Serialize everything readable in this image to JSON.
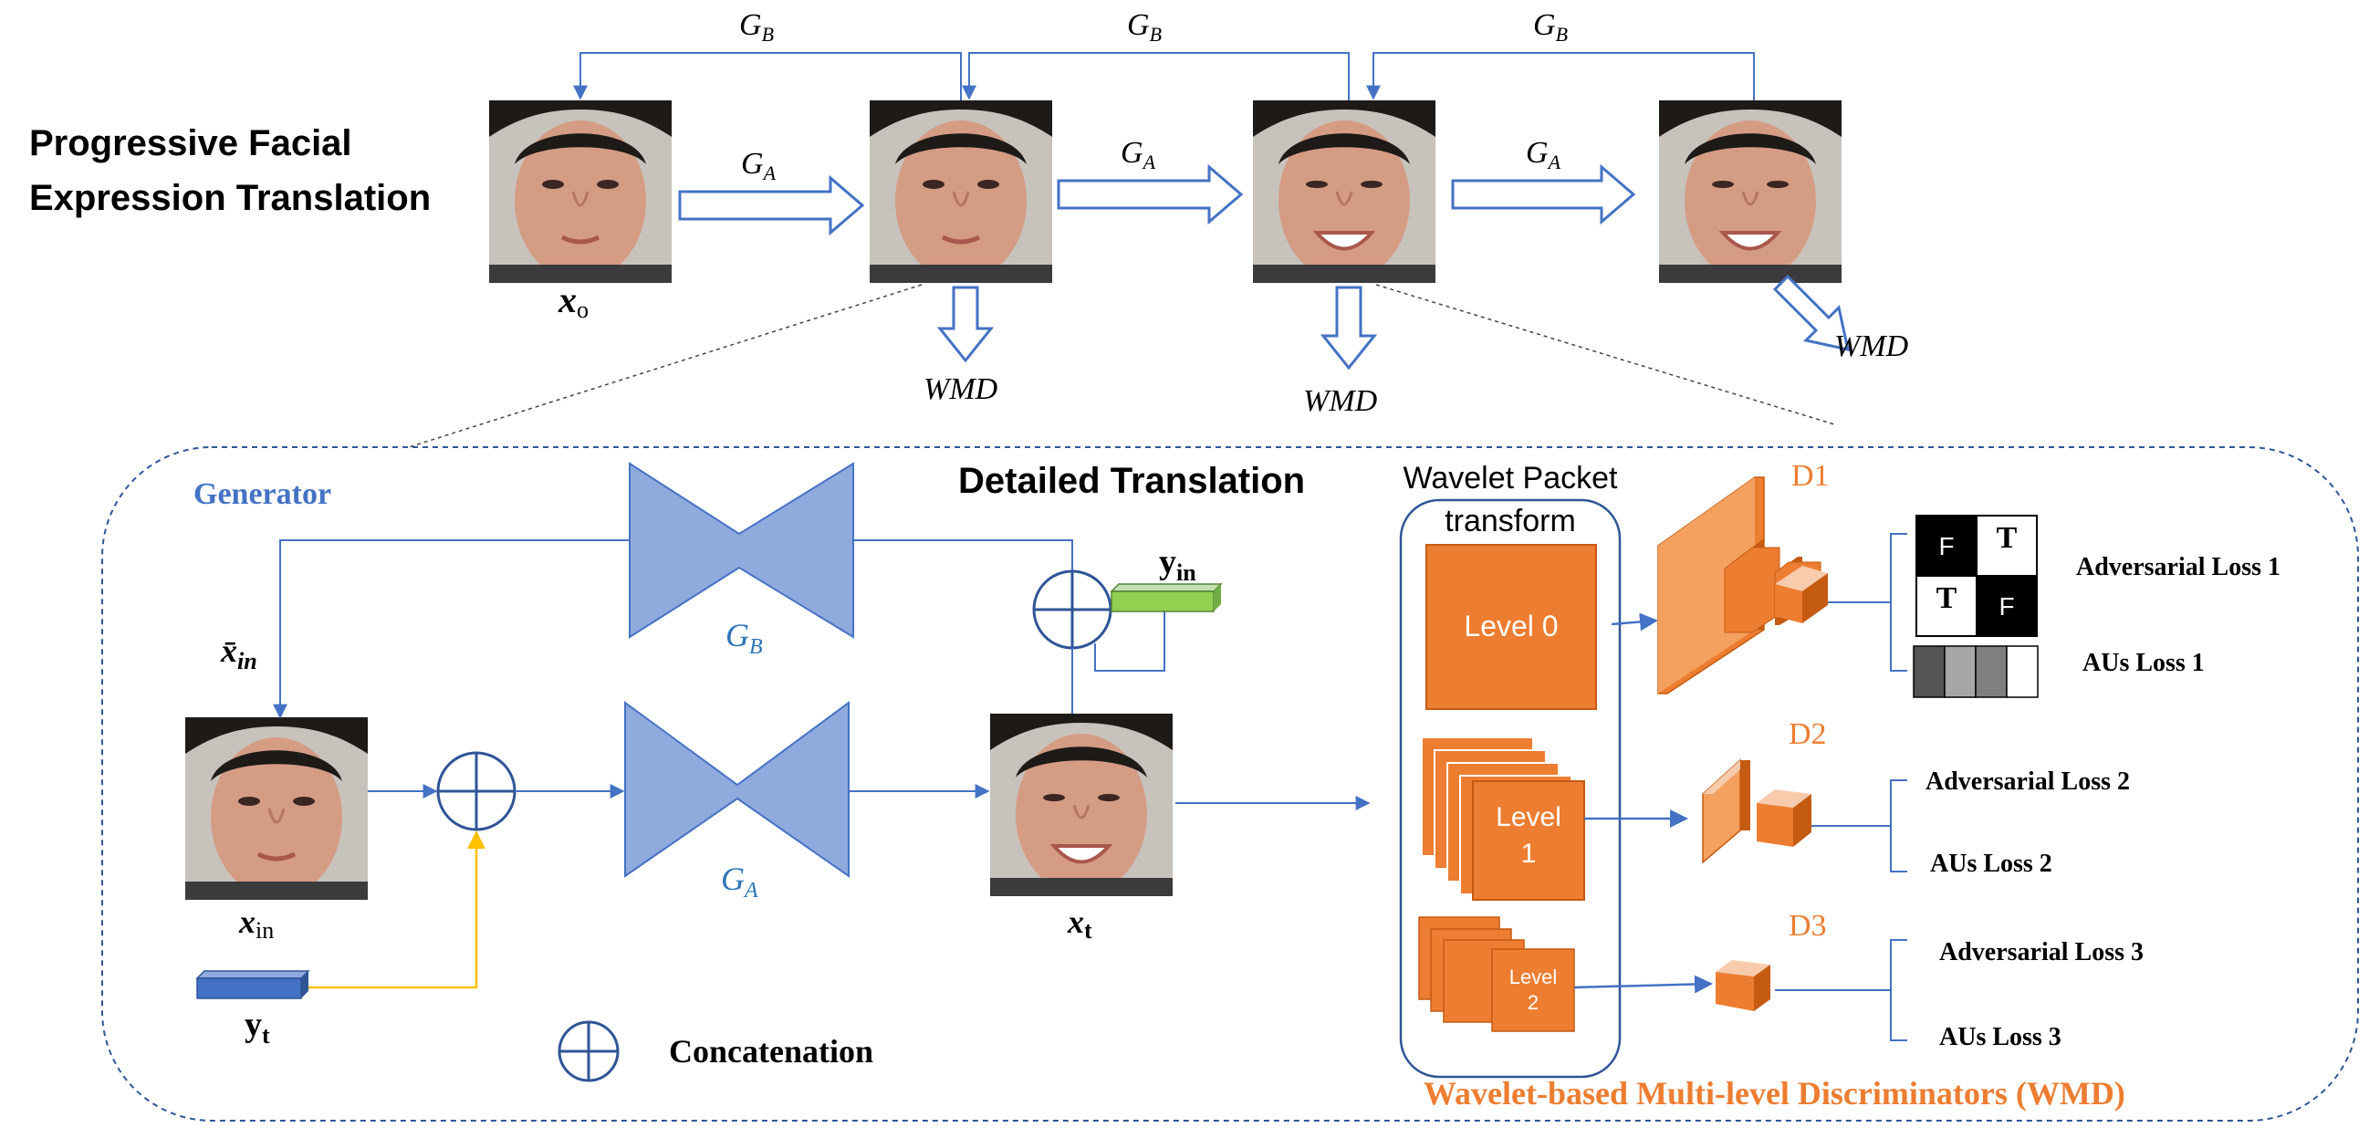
{
  "title": {
    "line1": "Progressive Facial",
    "line2": "Expression Translation"
  },
  "top_row": {
    "gb_label": "G",
    "gb_sub": "B",
    "ga_label": "G",
    "ga_sub": "A",
    "x0_label": "x",
    "x0_sub": "o",
    "wmd_label": "WMD"
  },
  "detail": {
    "heading": "Detailed Translation",
    "generator_label": "Generator",
    "xbar_label": "x̄",
    "xbar_sub": "in",
    "xin_label": "x",
    "xin_sub": "in",
    "xt_label": "x",
    "xt_sub": "t",
    "yt_label": "y",
    "yt_sub": "t",
    "yin_label": "y",
    "yin_sub": "in",
    "gb_label": "G",
    "gb_sub": "B",
    "ga_label": "G",
    "ga_sub": "A",
    "concat_label": "Concatenation"
  },
  "wavelet": {
    "title_line1": "Wavelet Packet",
    "title_line2": "transform",
    "level0": "Level 0",
    "level1_line1": "Level",
    "level1_line2": "1",
    "level2_line1": "Level",
    "level2_line2": "2"
  },
  "discriminators": {
    "d1": "D1",
    "d2": "D2",
    "d3": "D3",
    "adv1": "Adversarial  Loss 1",
    "aus1": "AUs Loss 1",
    "adv2": "Adversarial  Loss 2",
    "aus2": "AUs Loss 2",
    "adv3": "Adversarial  Loss 3",
    "aus3": "AUs Loss  3",
    "grid_f": "F",
    "grid_t": "T",
    "wmd_caption": "Wavelet-based Multi-level Discriminators (WMD)"
  },
  "colors": {
    "arrow_blue": "#4472c4",
    "generator_fill": "#8faadc",
    "orange": "#ed7d31",
    "green": "#92d050",
    "yellow": "#ffc000",
    "caption_orange": "#ed7d31"
  }
}
